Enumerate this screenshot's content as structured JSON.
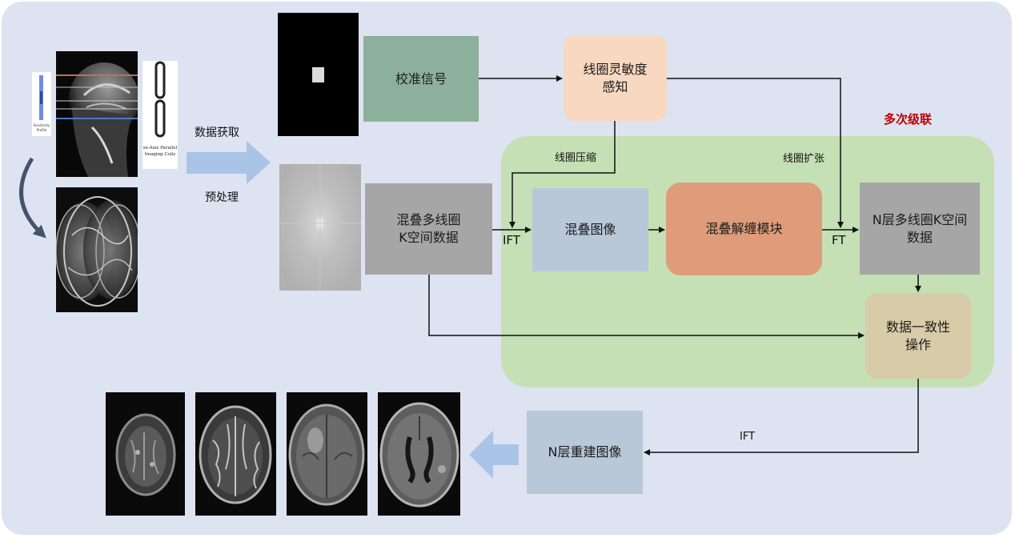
{
  "labels": {
    "calibration_signal": "校准信号",
    "coil_sensitivity": "线圈灵敏度\n感知",
    "cascade": "多次级联",
    "coil_compress": "线圈压缩",
    "coil_expand": "线圈扩张",
    "data_acquisition": "数据获取",
    "preprocessing": "预处理",
    "aliased_kspace": "混叠多线圈\nK空间数据",
    "ift_left": "IFT",
    "aliased_image": "混叠图像",
    "unalias_module": "混叠解缠模块",
    "ft": "FT",
    "n_layer_kspace": "N层多线圈K空间\n数据",
    "data_consistency": "数据一致性\n操作",
    "ift_bottom": "IFT",
    "n_layer_recon": "N层重建图像",
    "coil_caption": "xx-Axis Parallel\nImaging Coils",
    "small_caption": "Sensitivity\nProfile"
  },
  "colors": {
    "background": "#dde3f1",
    "cascade_region": "#c5e0b4",
    "calibration": "#8db09c",
    "coil_sensitivity": "#f8d8c0",
    "aliased_kspace": "#a6a6a6",
    "aliased_image": "#b9c8d8",
    "unalias_module": "#de9c7a",
    "n_layer_kspace": "#a6a6a6",
    "data_consistency": "#d8cca8",
    "recon": "#b9c8d8",
    "big_arrow": "#a9c4e6",
    "cascade_text": "#c00000"
  }
}
